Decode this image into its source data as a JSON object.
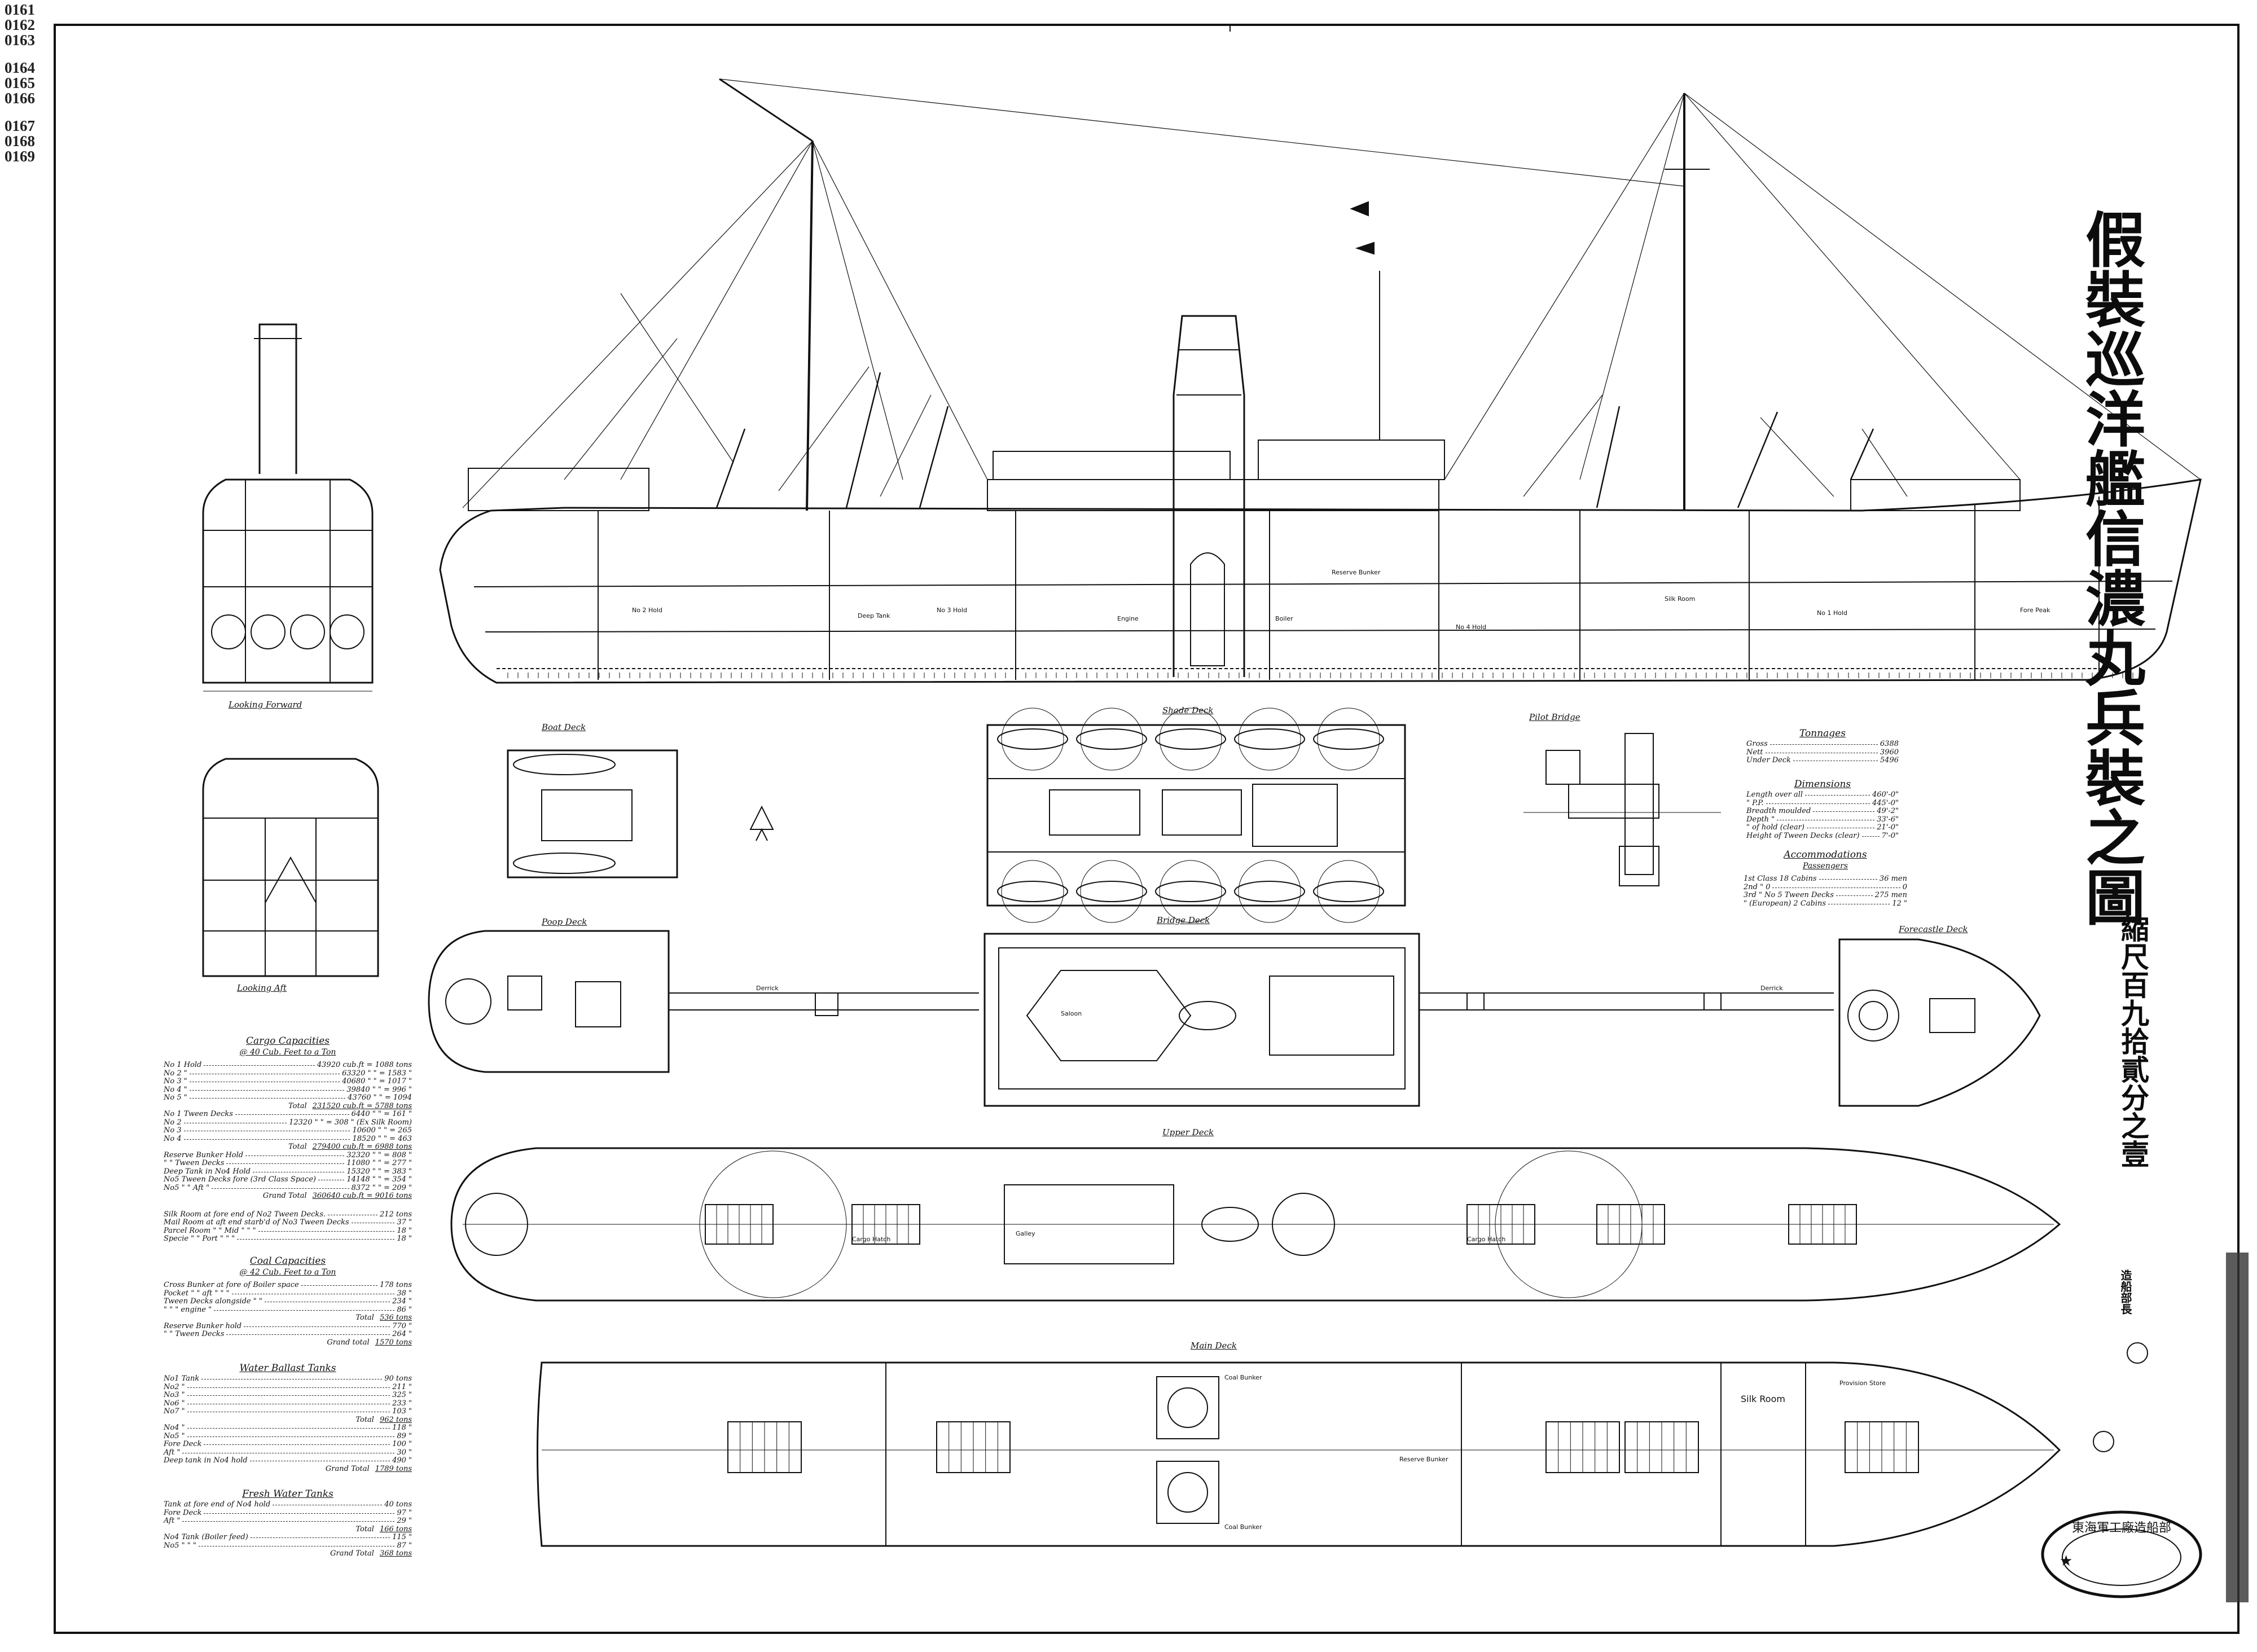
{
  "page_numbers": [
    "0161",
    "0162",
    "0163",
    "0164",
    "0165",
    "0166",
    "0167",
    "0168",
    "0169"
  ],
  "title": "假裝巡洋艦信濃丸兵裝之圖",
  "scale": "縮尺百九拾貳分之壹",
  "signature_label": "造船部長",
  "stamp_text": "東海軍工廠造船部",
  "deck_labels": {
    "looking_forward": "Looking Forward",
    "looking_aft": "Looking Aft",
    "boat_deck": "Boat Deck",
    "shade_deck": "Shade Deck",
    "pilot_bridge": "Pilot Bridge",
    "poop_deck": "Poop Deck",
    "bridge_deck": "Bridge Deck",
    "forecastle_deck": "Forecastle Deck",
    "upper_deck": "Upper Deck",
    "main_deck": "Main Deck"
  },
  "profile_labels": {
    "hold_2": "No 2 Hold",
    "hold_3": "No 3 Hold",
    "hold_4": "No 4 Hold",
    "hold_1": "No 1 Hold",
    "reserve_bunker": "Reserve Bunker",
    "silk_room": "Silk Room",
    "deep_tank": "Deep Tank",
    "fore_peak": "Fore Peak",
    "boiler": "Boiler",
    "engine": "Engine"
  },
  "plan_labels": {
    "cargo_hatch": "Cargo Hatch",
    "coal_bunker": "Coal Bunker",
    "silk_room": "Silk Room",
    "galley": "Galley",
    "saloon": "Saloon",
    "derrick": "Derrick",
    "provision_store": "Provision Store",
    "reserve_bunker": "Reserve Bunker"
  },
  "tables": {
    "cargo": {
      "title": "Cargo Capacities",
      "subtitle": "@ 40 Cub. Feet to a Ton",
      "rows": [
        {
          "label": "No 1 Hold",
          "value": "43920 cub.ft = 1088 tons"
        },
        {
          "label": "No 2 \"",
          "value": "63320 \" \" = 1583 \""
        },
        {
          "label": "No 3 \"",
          "value": "40680 \" \" = 1017 \""
        },
        {
          "label": "No 4 \"",
          "value": "39840 \" \" = 996 \""
        },
        {
          "label": "No 5 \"",
          "value": "43760 \" \" = 1094"
        },
        {
          "label": "Total",
          "value": "231520 cub.ft = 5788 tons",
          "total": true
        },
        {
          "label": "No 1 Tween Decks",
          "value": "6440 \" \" = 161 \""
        },
        {
          "label": "No 2",
          "value": "12320 \" \" = 308 \" (Ex Silk Room)"
        },
        {
          "label": "No 3",
          "value": "10600 \" \" = 265"
        },
        {
          "label": "No 4",
          "value": "18520 \" \" = 463"
        },
        {
          "label": "Total",
          "value": "279400 cub.ft = 6988 tons",
          "total": true
        },
        {
          "label": "Reserve Bunker Hold",
          "value": "32320 \" \" = 808 \""
        },
        {
          "label": "\" \" Tween Decks",
          "value": "11080 \" \" = 277 \""
        },
        {
          "label": "Deep Tank in No4 Hold",
          "value": "15320 \" \" = 383 \""
        },
        {
          "label": "No5 Tween Decks fore (3rd Class Space)",
          "value": "14148 \" \" = 354 \""
        },
        {
          "label": "No5 \" \" Aft \"",
          "value": "8372 \" \" = 209 \""
        },
        {
          "label": "Grand Total",
          "value": "360640 cub.ft = 9016 tons",
          "total": true
        }
      ],
      "rooms": [
        {
          "label": "Silk Room at fore end of No2 Tween Decks.",
          "value": "212 tons"
        },
        {
          "label": "Mail Room at aft end starb'd of No3 Tween Decks",
          "value": "37 \""
        },
        {
          "label": "Parcel Room \" \" Mid \" \" \"",
          "value": "18 \""
        },
        {
          "label": "Specie \" \" Port \" \" \"",
          "value": "18 \""
        }
      ]
    },
    "coal": {
      "title": "Coal Capacities",
      "subtitle": "@ 42 Cub. Feet to a Ton",
      "rows": [
        {
          "label": "Cross Bunker at fore of Boiler space",
          "value": "178 tons"
        },
        {
          "label": "Pocket \" \" aft \" \" \"",
          "value": "38 \""
        },
        {
          "label": "Tween Decks alongside \" \"",
          "value": "234 \""
        },
        {
          "label": "\" \" \" engine \"",
          "value": "86 \""
        },
        {
          "label": "Total",
          "value": "536 tons",
          "total": true
        },
        {
          "label": "Reserve Bunker hold",
          "value": "770 \""
        },
        {
          "label": "\" \" Tween Decks",
          "value": "264 \""
        },
        {
          "label": "Grand total",
          "value": "1570 tons",
          "total": true
        }
      ]
    },
    "ballast": {
      "title": "Water Ballast Tanks",
      "rows": [
        {
          "label": "No1 Tank",
          "value": "90 tons"
        },
        {
          "label": "No2 \"",
          "value": "211 \""
        },
        {
          "label": "No3 \"",
          "value": "325 \""
        },
        {
          "label": "No6 \"",
          "value": "233 \""
        },
        {
          "label": "No7 \"",
          "value": "103 \""
        },
        {
          "label": "Total",
          "value": "962 tons",
          "total": true
        },
        {
          "label": "No4 \"",
          "value": "118 \""
        },
        {
          "label": "No5 \"",
          "value": "89 \""
        },
        {
          "label": "Fore Deck",
          "value": "100 \""
        },
        {
          "label": "Aft \"",
          "value": "30 \""
        },
        {
          "label": "Deep tank in No4 hold",
          "value": "490 \""
        },
        {
          "label": "Grand Total",
          "value": "1789 tons",
          "total": true
        }
      ]
    },
    "fresh_water": {
      "title": "Fresh Water Tanks",
      "rows": [
        {
          "label": "Tank at fore end of No4 hold",
          "value": "40 tons"
        },
        {
          "label": "Fore Deck",
          "value": "97 \""
        },
        {
          "label": "Aft \"",
          "value": "29 \""
        },
        {
          "label": "Total",
          "value": "166 tons",
          "total": true
        },
        {
          "label": "No4 Tank (Boiler feed)",
          "value": "115 \""
        },
        {
          "label": "No5 \" \" \"",
          "value": "87 \""
        },
        {
          "label": "Grand Total",
          "value": "368 tons",
          "total": true
        }
      ]
    },
    "tonnages": {
      "title": "Tonnages",
      "rows": [
        {
          "label": "Gross",
          "value": "6388"
        },
        {
          "label": "Nett",
          "value": "3960"
        },
        {
          "label": "Under Deck",
          "value": "5496"
        }
      ]
    },
    "dimensions": {
      "title": "Dimensions",
      "rows": [
        {
          "label": "Length over all",
          "value": "460'-0\""
        },
        {
          "label": "\" P.P.",
          "value": "445'-0\""
        },
        {
          "label": "Breadth moulded",
          "value": "49'-2\""
        },
        {
          "label": "Depth \"",
          "value": "33'-6\""
        },
        {
          "label": "\" of hold (clear)",
          "value": "21'-0\""
        },
        {
          "label": "Height of Tween Decks (clear)",
          "value": "7'-0\""
        }
      ]
    },
    "accommodations": {
      "title": "Accommodations",
      "subtitle": "Passengers",
      "rows": [
        {
          "label": "1st Class 18 Cabins",
          "value": "36 men"
        },
        {
          "label": "2nd \" 0",
          "value": "0"
        },
        {
          "label": "3rd \" No 5 Tween Decks",
          "value": "275 men"
        },
        {
          "label": "\" (European) 2 Cabins",
          "value": "12 \""
        }
      ]
    }
  }
}
